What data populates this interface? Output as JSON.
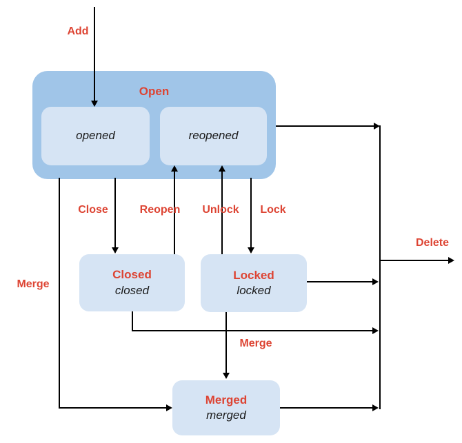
{
  "diagram": {
    "colors": {
      "group_fill": "#a0c5e8",
      "state_fill": "#d6e4f4",
      "label": "#dd4433",
      "line": "#000000",
      "state_text": "#1a1a1a",
      "background": "#ffffff"
    },
    "nodes": {
      "open": {
        "title": "Open",
        "substates": {
          "opened": "opened",
          "reopened": "reopened"
        }
      },
      "closed": {
        "title": "Closed",
        "state": "closed"
      },
      "locked": {
        "title": "Locked",
        "state": "locked"
      },
      "merged": {
        "title": "Merged",
        "state": "merged"
      }
    },
    "edges": {
      "add": "Add",
      "close": "Close",
      "reopen": "Reopen",
      "unlock": "Unlock",
      "lock": "Lock",
      "merge_left": "Merge",
      "merge_bottom": "Merge",
      "delete": "Delete"
    }
  }
}
